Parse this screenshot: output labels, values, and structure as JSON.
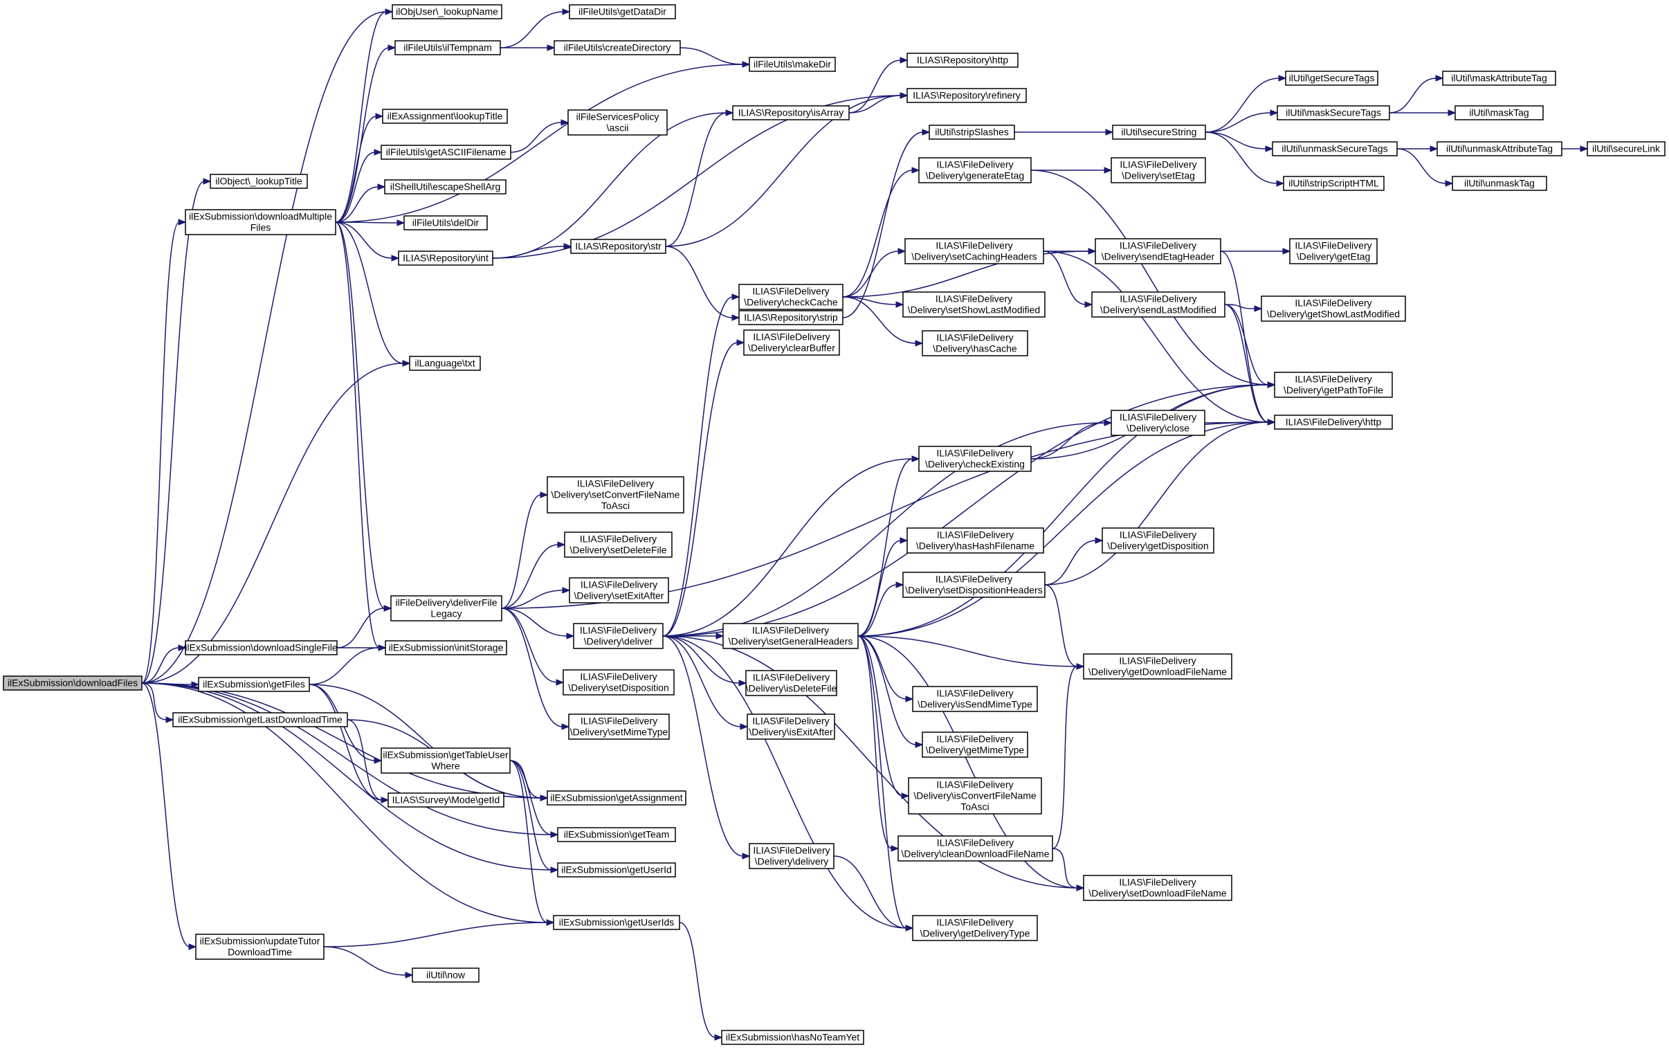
{
  "graph": {
    "title": "",
    "colors": {
      "edge": "#191970",
      "node_border": "#000000",
      "root_fill": "#bfbfbf",
      "node_fill": "#ffffff"
    },
    "nodes": [
      {
        "id": "n0",
        "lines": [
          "ilExSubmission\\downloadFiles"
        ],
        "root": true
      },
      {
        "id": "n1",
        "lines": [
          "ilObjUser\\_lookupName"
        ]
      },
      {
        "id": "n2",
        "lines": [
          "ilObject\\_lookupTitle"
        ]
      },
      {
        "id": "n3",
        "lines": [
          "ilExSubmission\\downloadMultiple",
          "Files"
        ]
      },
      {
        "id": "n4",
        "lines": [
          "ilLanguage\\txt"
        ]
      },
      {
        "id": "n5",
        "lines": [
          "ilExSubmission\\downloadSingleFile"
        ]
      },
      {
        "id": "n6",
        "lines": [
          "ilExSubmission\\getFiles"
        ]
      },
      {
        "id": "n7",
        "lines": [
          "ilExSubmission\\getLastDownloadTime"
        ]
      },
      {
        "id": "n8",
        "lines": [
          "ilExSubmission\\updateTutor",
          "DownloadTime"
        ]
      },
      {
        "id": "n9",
        "lines": [
          "ilFileUtils\\ilTempnam"
        ]
      },
      {
        "id": "n10",
        "lines": [
          "ilExAssignment\\lookupTitle"
        ]
      },
      {
        "id": "n11",
        "lines": [
          "ilFileUtils\\getASCIIFilename"
        ]
      },
      {
        "id": "n12",
        "lines": [
          "ilShellUtil\\escapeShellArg"
        ]
      },
      {
        "id": "n13",
        "lines": [
          "ilFileUtils\\delDir"
        ]
      },
      {
        "id": "n14",
        "lines": [
          "ILIAS\\Repository\\int"
        ]
      },
      {
        "id": "n15",
        "lines": [
          "ilFileDelivery\\deliverFile",
          "Legacy"
        ]
      },
      {
        "id": "n16",
        "lines": [
          "ilExSubmission\\initStorage"
        ]
      },
      {
        "id": "n17",
        "lines": [
          "ilExSubmission\\getTableUser",
          "Where"
        ]
      },
      {
        "id": "n18",
        "lines": [
          "ILIAS\\Survey\\Mode\\getId"
        ]
      },
      {
        "id": "n19",
        "lines": [
          "ilExSubmission\\getAssignment"
        ]
      },
      {
        "id": "n20",
        "lines": [
          "ilExSubmission\\getTeam"
        ]
      },
      {
        "id": "n21",
        "lines": [
          "ilExSubmission\\getUserId"
        ]
      },
      {
        "id": "n22",
        "lines": [
          "ilExSubmission\\getUserIds"
        ]
      },
      {
        "id": "n23",
        "lines": [
          "ilUtil\\now"
        ]
      },
      {
        "id": "n24",
        "lines": [
          "ilFileUtils\\getDataDir"
        ]
      },
      {
        "id": "n25",
        "lines": [
          "ilFileUtils\\createDirectory"
        ]
      },
      {
        "id": "n26",
        "lines": [
          "ilFileUtils\\makeDir"
        ]
      },
      {
        "id": "n27",
        "lines": [
          "ilFileServicesPolicy",
          "\\ascii"
        ]
      },
      {
        "id": "n28",
        "lines": [
          "ILIAS\\Repository\\str"
        ]
      },
      {
        "id": "n29",
        "lines": [
          "ILIAS\\Repository\\isArray"
        ]
      },
      {
        "id": "n30",
        "lines": [
          "ILIAS\\Repository\\strip"
        ]
      },
      {
        "id": "n31",
        "lines": [
          "ILIAS\\Repository\\http"
        ]
      },
      {
        "id": "n32",
        "lines": [
          "ILIAS\\Repository\\refinery"
        ]
      },
      {
        "id": "n33",
        "lines": [
          "ilUtil\\stripSlashes"
        ]
      },
      {
        "id": "n34",
        "lines": [
          "ilUtil\\secureString"
        ]
      },
      {
        "id": "n35",
        "lines": [
          "ilUtil\\getSecureTags"
        ]
      },
      {
        "id": "n36",
        "lines": [
          "ilUtil\\maskSecureTags"
        ]
      },
      {
        "id": "n37",
        "lines": [
          "ilUtil\\unmaskSecureTags"
        ]
      },
      {
        "id": "n38",
        "lines": [
          "ilUtil\\stripScriptHTML"
        ]
      },
      {
        "id": "n39",
        "lines": [
          "ilUtil\\maskAttributeTag"
        ]
      },
      {
        "id": "n40",
        "lines": [
          "ilUtil\\maskTag"
        ]
      },
      {
        "id": "n41",
        "lines": [
          "ilUtil\\unmaskAttributeTag"
        ]
      },
      {
        "id": "n42",
        "lines": [
          "ilUtil\\unmaskTag"
        ]
      },
      {
        "id": "n43",
        "lines": [
          "ilUtil\\secureLink"
        ]
      },
      {
        "id": "n44",
        "lines": [
          "ILIAS\\FileDelivery",
          "\\Delivery\\setConvertFileName",
          "ToAsci"
        ]
      },
      {
        "id": "n45",
        "lines": [
          "ILIAS\\FileDelivery",
          "\\Delivery\\setDeleteFile"
        ]
      },
      {
        "id": "n46",
        "lines": [
          "ILIAS\\FileDelivery",
          "\\Delivery\\setExitAfter"
        ]
      },
      {
        "id": "n47",
        "lines": [
          "ILIAS\\FileDelivery",
          "\\Delivery\\deliver"
        ]
      },
      {
        "id": "n48",
        "lines": [
          "ILIAS\\FileDelivery",
          "\\Delivery\\setDisposition"
        ]
      },
      {
        "id": "n49",
        "lines": [
          "ILIAS\\FileDelivery",
          "\\Delivery\\setMimeType"
        ]
      },
      {
        "id": "n50",
        "lines": [
          "ILIAS\\FileDelivery",
          "\\Delivery\\checkCache"
        ]
      },
      {
        "id": "n51",
        "lines": [
          "ILIAS\\FileDelivery",
          "\\Delivery\\clearBuffer"
        ]
      },
      {
        "id": "n52",
        "lines": [
          "ILIAS\\FileDelivery",
          "\\Delivery\\setGeneralHeaders"
        ]
      },
      {
        "id": "n53",
        "lines": [
          "ILIAS\\FileDelivery",
          "\\Delivery\\isDeleteFile"
        ]
      },
      {
        "id": "n54",
        "lines": [
          "ILIAS\\FileDelivery",
          "\\Delivery\\isExitAfter"
        ]
      },
      {
        "id": "n55",
        "lines": [
          "ILIAS\\FileDelivery",
          "\\Delivery\\delivery"
        ]
      },
      {
        "id": "n56",
        "lines": [
          "ilExSubmission\\hasNoTeamYet"
        ]
      },
      {
        "id": "n57",
        "lines": [
          "ILIAS\\FileDelivery",
          "\\Delivery\\generateEtag"
        ]
      },
      {
        "id": "n58",
        "lines": [
          "ILIAS\\FileDelivery",
          "\\Delivery\\setCachingHeaders"
        ]
      },
      {
        "id": "n59",
        "lines": [
          "ILIAS\\FileDelivery",
          "\\Delivery\\setShowLastModified"
        ]
      },
      {
        "id": "n60",
        "lines": [
          "ILIAS\\FileDelivery",
          "\\Delivery\\hasCache"
        ]
      },
      {
        "id": "n61",
        "lines": [
          "ILIAS\\FileDelivery",
          "\\Delivery\\checkExisting"
        ]
      },
      {
        "id": "n62",
        "lines": [
          "ILIAS\\FileDelivery",
          "\\Delivery\\hasHashFilename"
        ]
      },
      {
        "id": "n63",
        "lines": [
          "ILIAS\\FileDelivery",
          "\\Delivery\\setDispositionHeaders"
        ]
      },
      {
        "id": "n64",
        "lines": [
          "ILIAS\\FileDelivery",
          "\\Delivery\\isSendMimeType"
        ]
      },
      {
        "id": "n65",
        "lines": [
          "ILIAS\\FileDelivery",
          "\\Delivery\\getMimeType"
        ]
      },
      {
        "id": "n66",
        "lines": [
          "ILIAS\\FileDelivery",
          "\\Delivery\\isConvertFileName",
          "ToAsci"
        ]
      },
      {
        "id": "n67",
        "lines": [
          "ILIAS\\FileDelivery",
          "\\Delivery\\cleanDownloadFileName"
        ]
      },
      {
        "id": "n68",
        "lines": [
          "ILIAS\\FileDelivery",
          "\\Delivery\\getDeliveryType"
        ]
      },
      {
        "id": "n69",
        "lines": [
          "ILIAS\\FileDelivery",
          "\\Delivery\\setEtag"
        ]
      },
      {
        "id": "n70",
        "lines": [
          "ILIAS\\FileDelivery",
          "\\Delivery\\sendEtagHeader"
        ]
      },
      {
        "id": "n71",
        "lines": [
          "ILIAS\\FileDelivery",
          "\\Delivery\\sendLastModified"
        ]
      },
      {
        "id": "n72",
        "lines": [
          "ILIAS\\FileDelivery",
          "\\Delivery\\close"
        ]
      },
      {
        "id": "n73",
        "lines": [
          "ILIAS\\FileDelivery",
          "\\Delivery\\getDisposition"
        ]
      },
      {
        "id": "n74",
        "lines": [
          "ILIAS\\FileDelivery",
          "\\Delivery\\getDownloadFileName"
        ]
      },
      {
        "id": "n75",
        "lines": [
          "ILIAS\\FileDelivery",
          "\\Delivery\\setDownloadFileName"
        ]
      },
      {
        "id": "n76",
        "lines": [
          "ILIAS\\FileDelivery",
          "\\Delivery\\getEtag"
        ]
      },
      {
        "id": "n77",
        "lines": [
          "ILIAS\\FileDelivery",
          "\\Delivery\\getShowLastModified"
        ]
      },
      {
        "id": "n78",
        "lines": [
          "ILIAS\\FileDelivery",
          "\\Delivery\\getPathToFile"
        ]
      },
      {
        "id": "n79",
        "lines": [
          "ILIAS\\FileDelivery\\http"
        ]
      }
    ],
    "edges": [
      [
        "n0",
        "n1"
      ],
      [
        "n0",
        "n2"
      ],
      [
        "n0",
        "n3"
      ],
      [
        "n0",
        "n4"
      ],
      [
        "n0",
        "n5"
      ],
      [
        "n0",
        "n6"
      ],
      [
        "n0",
        "n7"
      ],
      [
        "n0",
        "n8"
      ],
      [
        "n0",
        "n19"
      ],
      [
        "n0",
        "n20"
      ],
      [
        "n0",
        "n21"
      ],
      [
        "n0",
        "n22"
      ],
      [
        "n3",
        "n1"
      ],
      [
        "n3",
        "n9"
      ],
      [
        "n3",
        "n10"
      ],
      [
        "n3",
        "n11"
      ],
      [
        "n3",
        "n12"
      ],
      [
        "n3",
        "n13"
      ],
      [
        "n3",
        "n14"
      ],
      [
        "n3",
        "n4"
      ],
      [
        "n3",
        "n15"
      ],
      [
        "n3",
        "n16"
      ],
      [
        "n3",
        "n26"
      ],
      [
        "n9",
        "n24"
      ],
      [
        "n9",
        "n25"
      ],
      [
        "n25",
        "n26"
      ],
      [
        "n11",
        "n27"
      ],
      [
        "n14",
        "n28"
      ],
      [
        "n14",
        "n29"
      ],
      [
        "n14",
        "n32"
      ],
      [
        "n28",
        "n29"
      ],
      [
        "n28",
        "n30"
      ],
      [
        "n28",
        "n32"
      ],
      [
        "n29",
        "n31"
      ],
      [
        "n29",
        "n32"
      ],
      [
        "n30",
        "n33"
      ],
      [
        "n33",
        "n34"
      ],
      [
        "n34",
        "n35"
      ],
      [
        "n34",
        "n36"
      ],
      [
        "n34",
        "n37"
      ],
      [
        "n34",
        "n38"
      ],
      [
        "n36",
        "n39"
      ],
      [
        "n36",
        "n40"
      ],
      [
        "n37",
        "n41"
      ],
      [
        "n37",
        "n42"
      ],
      [
        "n41",
        "n43"
      ],
      [
        "n5",
        "n15"
      ],
      [
        "n5",
        "n16"
      ],
      [
        "n6",
        "n16"
      ],
      [
        "n6",
        "n17"
      ],
      [
        "n6",
        "n18"
      ],
      [
        "n6",
        "n19"
      ],
      [
        "n7",
        "n18"
      ],
      [
        "n7",
        "n19"
      ],
      [
        "n17",
        "n19"
      ],
      [
        "n17",
        "n20"
      ],
      [
        "n17",
        "n21"
      ],
      [
        "n17",
        "n22"
      ],
      [
        "n8",
        "n22"
      ],
      [
        "n8",
        "n23"
      ],
      [
        "n22",
        "n56"
      ],
      [
        "n15",
        "n44"
      ],
      [
        "n15",
        "n45"
      ],
      [
        "n15",
        "n46"
      ],
      [
        "n15",
        "n47"
      ],
      [
        "n15",
        "n48"
      ],
      [
        "n15",
        "n49"
      ],
      [
        "n15",
        "n79"
      ],
      [
        "n47",
        "n50"
      ],
      [
        "n47",
        "n51"
      ],
      [
        "n47",
        "n52"
      ],
      [
        "n47",
        "n53"
      ],
      [
        "n47",
        "n54"
      ],
      [
        "n47",
        "n55"
      ],
      [
        "n47",
        "n61"
      ],
      [
        "n47",
        "n72"
      ],
      [
        "n47",
        "n75"
      ],
      [
        "n47",
        "n68"
      ],
      [
        "n47",
        "n78"
      ],
      [
        "n50",
        "n57"
      ],
      [
        "n50",
        "n58"
      ],
      [
        "n50",
        "n59"
      ],
      [
        "n50",
        "n60"
      ],
      [
        "n50",
        "n70"
      ],
      [
        "n57",
        "n69"
      ],
      [
        "n57",
        "n78"
      ],
      [
        "n58",
        "n70"
      ],
      [
        "n58",
        "n71"
      ],
      [
        "n58",
        "n79"
      ],
      [
        "n70",
        "n76"
      ],
      [
        "n70",
        "n79"
      ],
      [
        "n71",
        "n77"
      ],
      [
        "n71",
        "n78"
      ],
      [
        "n71",
        "n79"
      ],
      [
        "n61",
        "n72"
      ],
      [
        "n61",
        "n78"
      ],
      [
        "n72",
        "n79"
      ],
      [
        "n52",
        "n61"
      ],
      [
        "n52",
        "n62"
      ],
      [
        "n52",
        "n63"
      ],
      [
        "n52",
        "n64"
      ],
      [
        "n52",
        "n65"
      ],
      [
        "n52",
        "n66"
      ],
      [
        "n52",
        "n67"
      ],
      [
        "n52",
        "n68"
      ],
      [
        "n52",
        "n74"
      ],
      [
        "n52",
        "n75"
      ],
      [
        "n52",
        "n78"
      ],
      [
        "n52",
        "n79"
      ],
      [
        "n63",
        "n73"
      ],
      [
        "n63",
        "n74"
      ],
      [
        "n63",
        "n79"
      ],
      [
        "n67",
        "n74"
      ],
      [
        "n67",
        "n75"
      ],
      [
        "n55",
        "n68"
      ]
    ]
  }
}
